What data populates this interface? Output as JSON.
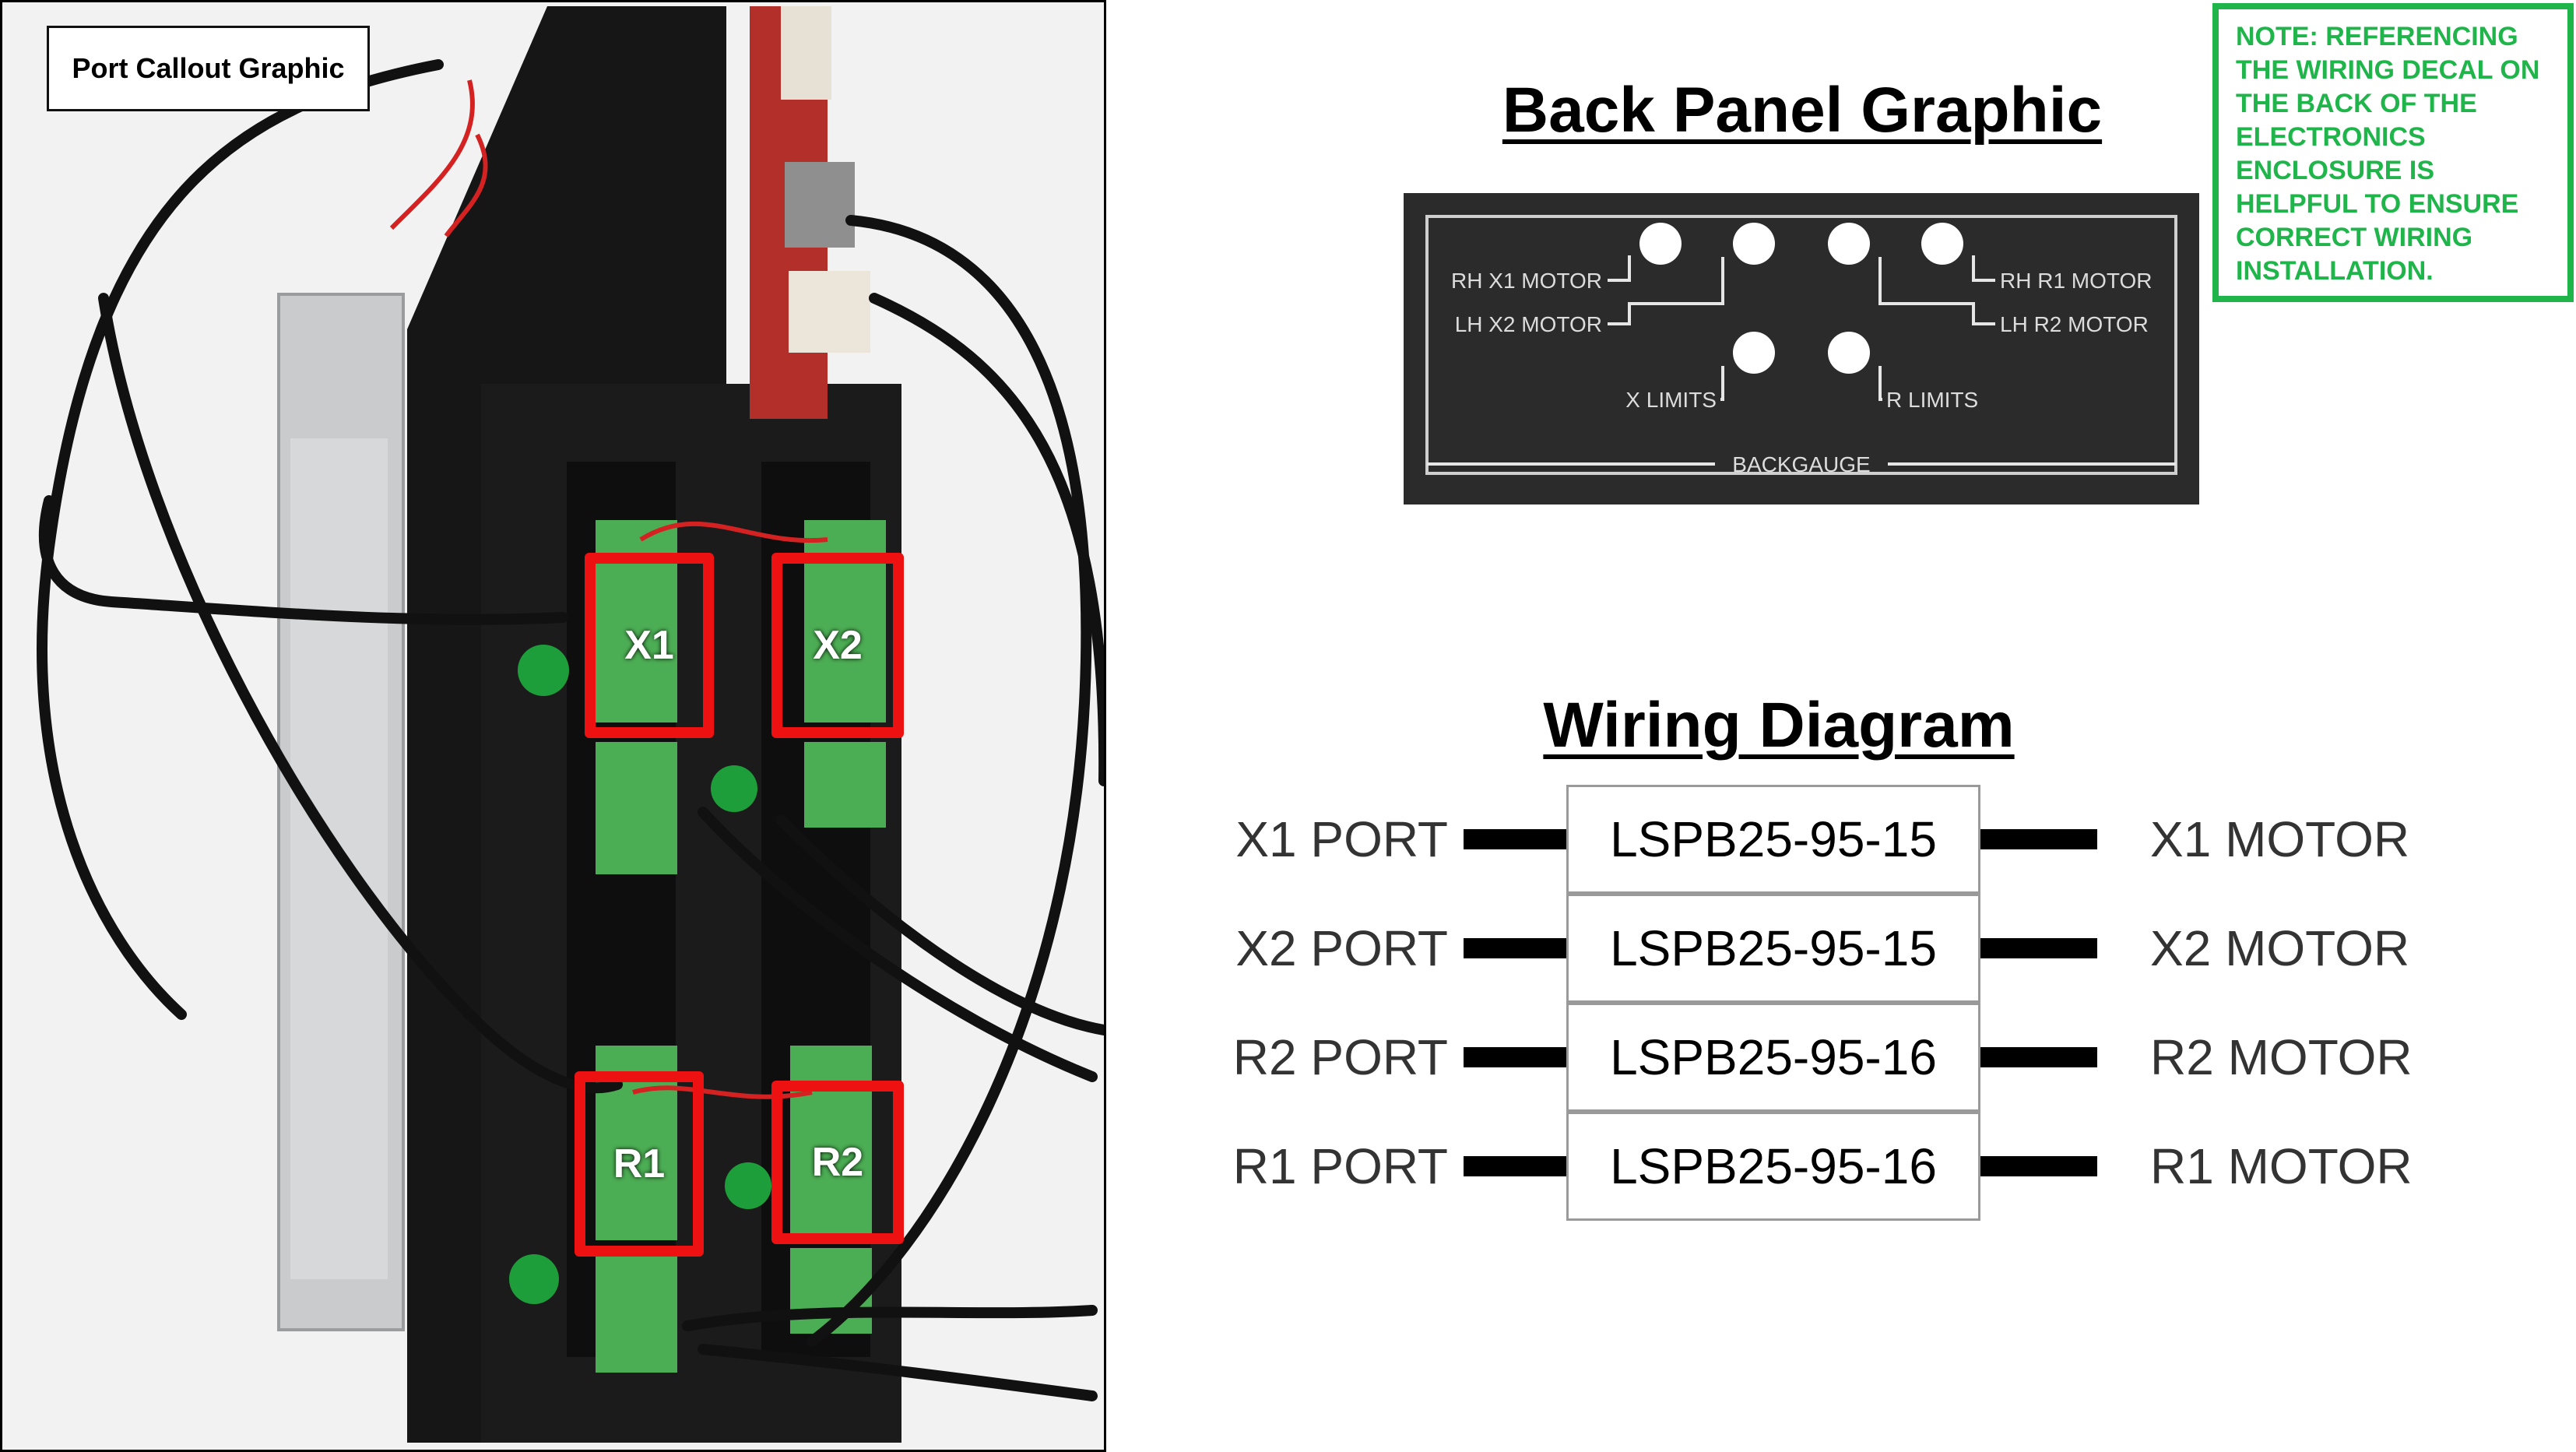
{
  "photo": {
    "callout_label": "Port Callout Graphic",
    "ports": {
      "x1": "X1",
      "x2": "X2",
      "r1": "R1",
      "r2": "R2"
    }
  },
  "back_panel": {
    "title": "Back Panel Graphic",
    "labels": {
      "rh_x1_motor": "RH X1 MOTOR",
      "lh_x2_motor": "LH X2 MOTOR",
      "rh_r1_motor": "RH R1 MOTOR",
      "lh_r2_motor": "LH R2 MOTOR",
      "x_limits": "X LIMITS",
      "r_limits": "R LIMITS",
      "backgauge": "BACKGAUGE"
    }
  },
  "note": {
    "text": "NOTE: REFERENCING\nTHE WIRING DECAL ON\nTHE BACK OF THE\nELECTRONICS\nENCLOSURE  IS\nHELPFUL TO ENSURE\nCORRECT WIRING\nINSTALLATION."
  },
  "wiring_diagram": {
    "title": "Wiring Diagram",
    "rows": [
      {
        "port": "X1 PORT",
        "part": "LSPB25-95-15",
        "motor": "X1 MOTOR"
      },
      {
        "port": "X2 PORT",
        "part": "LSPB25-95-15",
        "motor": "X2 MOTOR"
      },
      {
        "port": "R2 PORT",
        "part": "LSPB25-95-16",
        "motor": "R2 MOTOR"
      },
      {
        "port": "R1 PORT",
        "part": "LSPB25-95-16",
        "motor": "R1 MOTOR"
      }
    ]
  },
  "colors": {
    "port_highlight": "#ee1111",
    "note_green": "#1fb54a",
    "plate_bg": "#2b2b2b"
  }
}
